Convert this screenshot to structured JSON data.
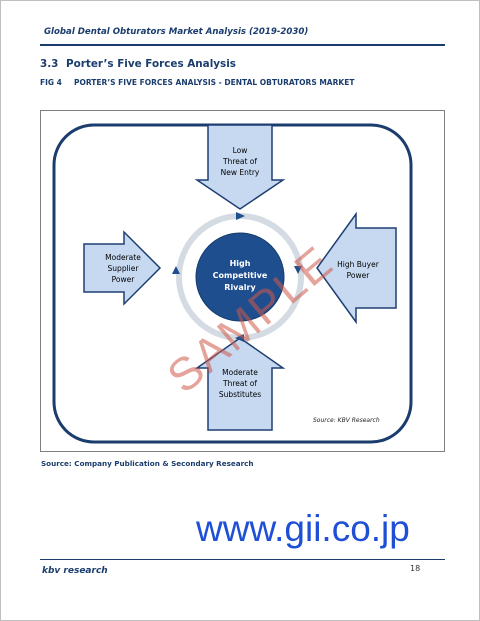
{
  "header": {
    "title": "Global Dental Obturators Market Analysis (2019-2030)"
  },
  "section": {
    "number": "3.3",
    "title": "Porter’s Five Forces Analysis"
  },
  "figure": {
    "label": "FIG 4",
    "title": "PORTER’S FIVE FORCES ANALYSIS - DENTAL OBTURATORS MARKET"
  },
  "diagram": {
    "center": [
      "High",
      "Competitive",
      "Rivalry"
    ],
    "top": [
      "Low",
      "Threat of",
      "New Entry"
    ],
    "left": [
      "Moderate",
      "Supplier",
      "Power"
    ],
    "right": [
      "High Buyer",
      "Power"
    ],
    "bottom": [
      "Moderate",
      "Threat of",
      "Substitutes"
    ],
    "source": "Source: KBV Research"
  },
  "caption": {
    "source": "Source: Company Publication & Secondary Research"
  },
  "watermark": "SAMPLE",
  "site_url": "www.gii.co.jp",
  "footer": {
    "logo": "kbv research",
    "page_number": "18"
  },
  "colors": {
    "navy": "#1b3d6e",
    "circle_fill": "#1f4e8f",
    "arrow_fill": "#c6d9f1",
    "arrow_stroke": "#1f3f73",
    "ring": "#d5dbe3",
    "watermark": "#cd5848",
    "url": "#1e4fd6"
  }
}
